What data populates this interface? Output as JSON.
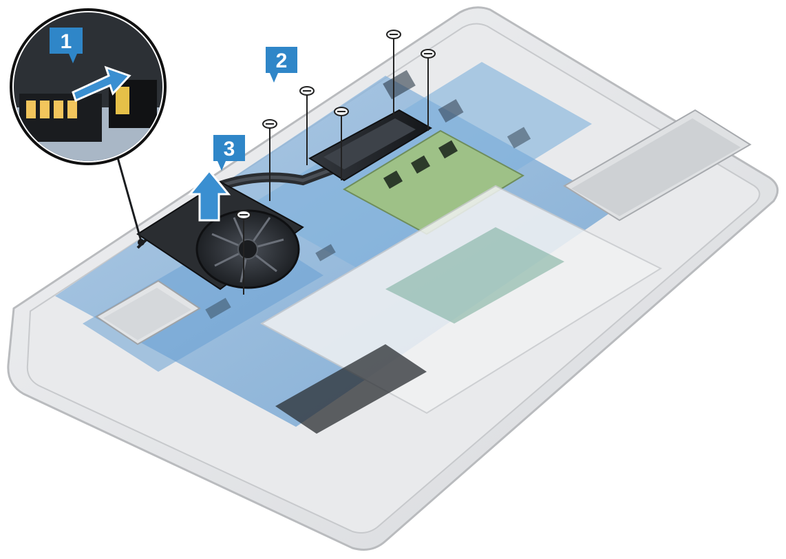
{
  "steps": [
    {
      "label": "1"
    },
    {
      "label": "2"
    },
    {
      "label": "3"
    }
  ],
  "colors": {
    "chassis": "#e7e8ea",
    "chassis_edge": "#b9bbbe",
    "board_blue": "#4f8fc9",
    "board_light": "#a9c9e6",
    "heatsink": "#1f2226",
    "fan": "#2b2f35",
    "ram_green": "#8fb07a",
    "callout": "#2f86c8",
    "arrow": "#2f86c8"
  },
  "icons": [
    "screw-icon",
    "arrow-up-icon",
    "arrow-right-icon"
  ]
}
